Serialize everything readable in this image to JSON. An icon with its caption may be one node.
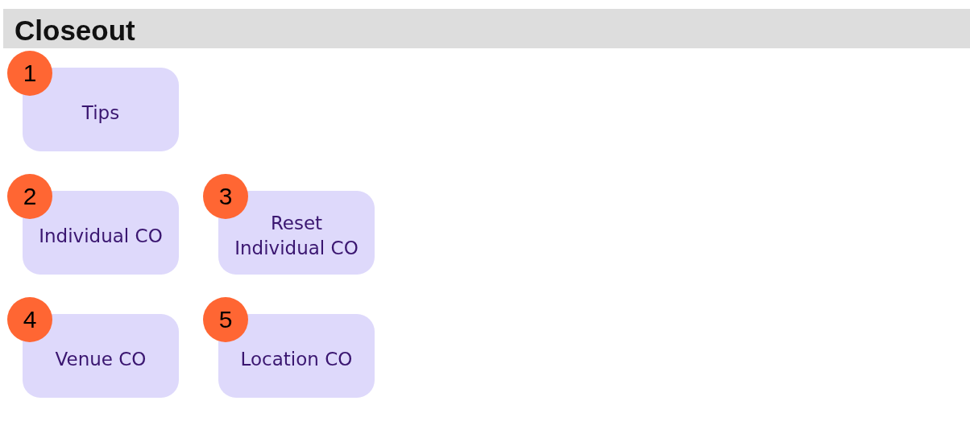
{
  "diagram": {
    "title": "Closeout",
    "nodes": [
      {
        "text": [
          "1",
          "Tips"
        ]
      },
      {
        "text": [
          "2",
          "Individual CO"
        ]
      },
      {
        "text": [
          "3",
          "Reset Individual CO"
        ]
      },
      {
        "text": [
          "4",
          "Venue CO"
        ]
      },
      {
        "text": [
          "5",
          "Location CO"
        ]
      }
    ]
  }
}
